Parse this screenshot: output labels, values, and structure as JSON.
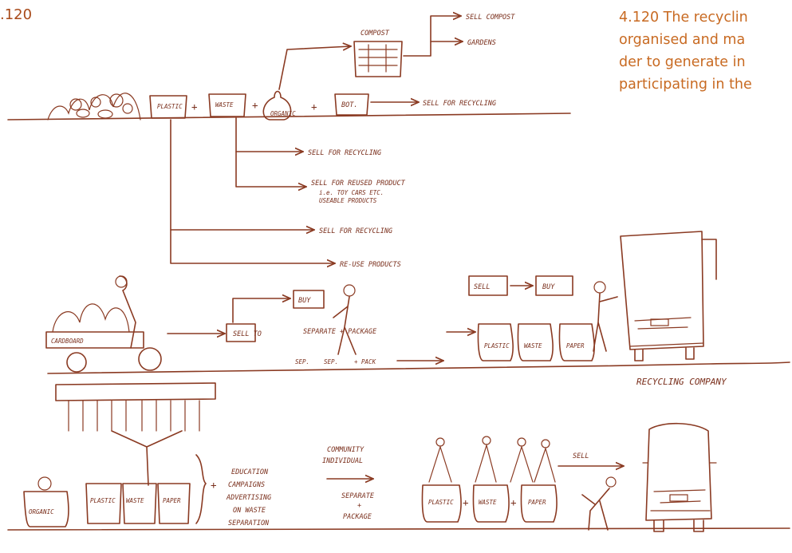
{
  "figure_number": ".120",
  "caption_lines": [
    "4.120 The recyclin",
    "organised and ma",
    "der to generate in",
    "participating in the"
  ],
  "sketch": {
    "row1": {
      "compost_box": "COMPOST",
      "sell_compost": "SELL COMPOST",
      "gardens": "GARDENS",
      "bin_plastic": "PLASTIC",
      "bin_waste": "WASTE",
      "bin_organic": "ORGANIC",
      "bin_bottles": "BOT.",
      "sell_recycling_1": "SELL FOR RECYCLING",
      "sell_recycling_2": "SELL FOR RECYCLING",
      "sell_reused": "SELL FOR REUSED PRODUCT",
      "sell_reused_note": "i.e. TOY CARS ETC.",
      "sell_reused_note2": "USEABLE PRODUCTS",
      "sell_recycling_3": "SELL FOR RECYCLING",
      "reuse_products": "RE-USE PRODUCTS"
    },
    "row2": {
      "buy_small": "BUY",
      "sell_to": "SELL TO",
      "separate_package": "SEPARATE + PACKAGE",
      "sell_box": "SELL",
      "buy_box": "BUY",
      "bottom_labels": [
        "SEP.",
        "SEP.",
        "+ PACK"
      ],
      "bin_plastic": "PLASTIC",
      "bin_waste": "WASTE",
      "bin_paper": "PAPER",
      "recycling_company": "RECYCLING COMPANY"
    },
    "row3": {
      "bin_organic": "ORGANIC",
      "bin_plastic": "PLASTIC",
      "bin_waste": "WASTE",
      "bin_paper": "PAPER",
      "education": [
        "EDUCATION",
        "CAMPAIGNS",
        "ADVERTISING",
        "ON WASTE",
        "SEPARATION"
      ],
      "community": [
        "COMMUNITY",
        "INDIVIDUAL"
      ],
      "separate": "SEPARATE",
      "package": "PACKAGE",
      "plus": "+",
      "sell": "SELL",
      "bin_plastic_2": "PLASTIC",
      "bin_waste_2": "WASTE",
      "bin_paper_2": "PAPER"
    }
  }
}
